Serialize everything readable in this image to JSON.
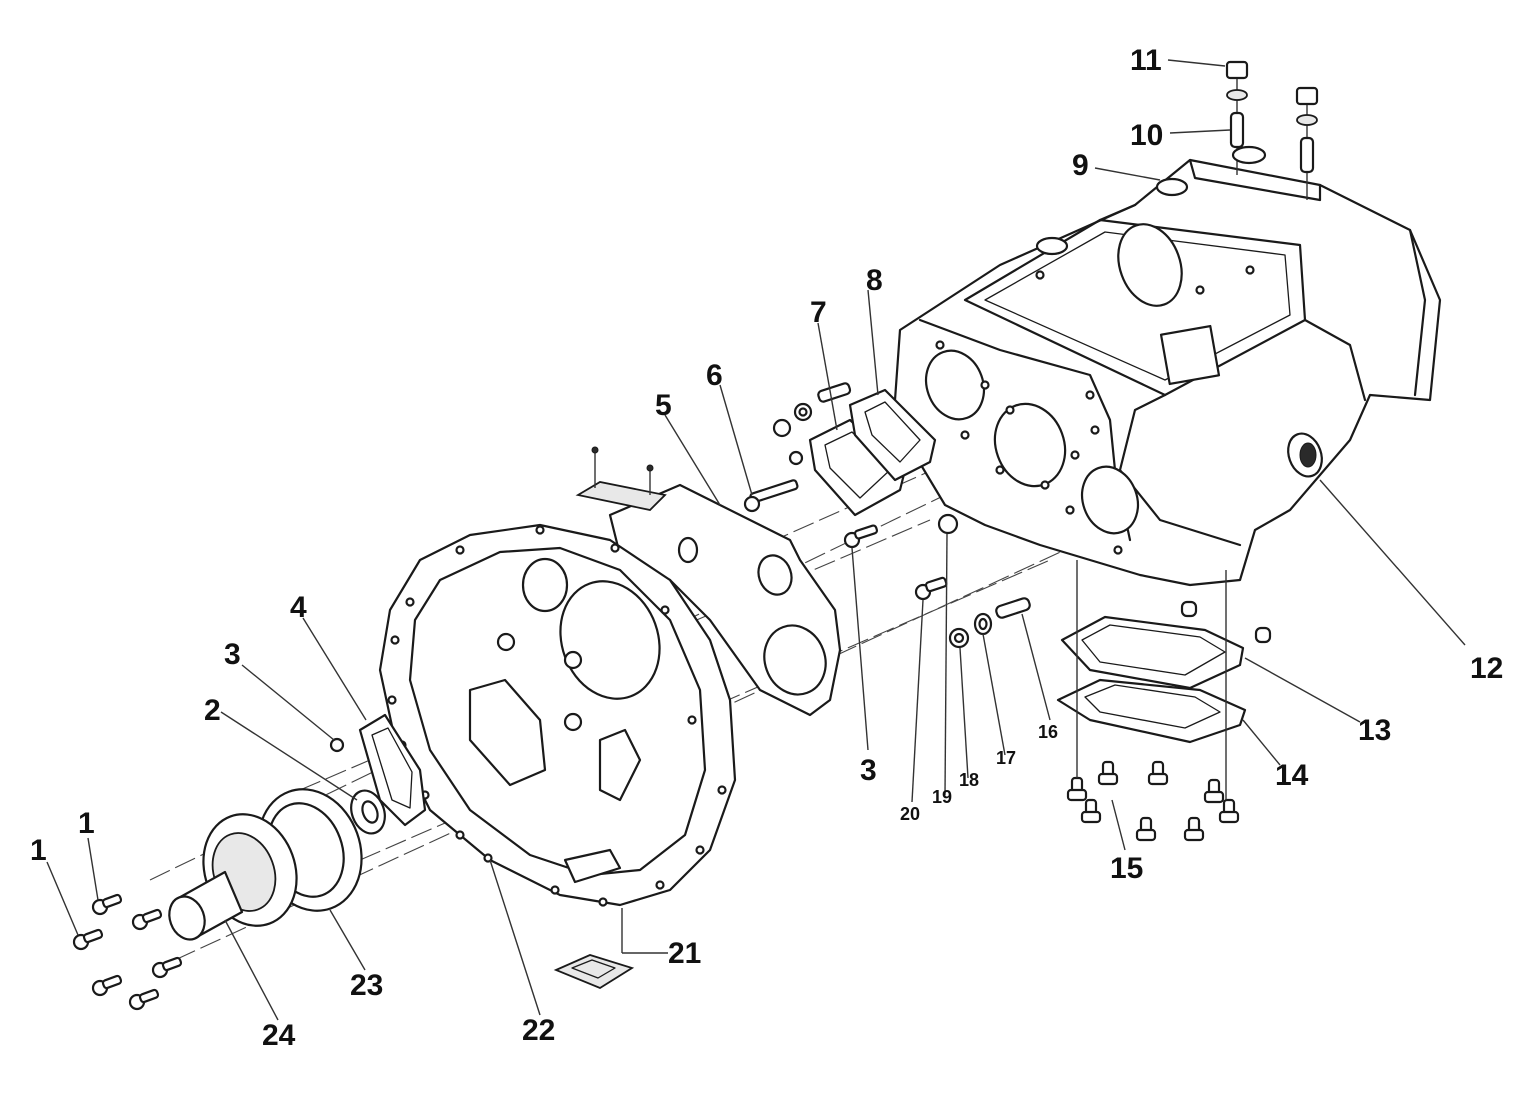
{
  "title": "Transmission housing exploded parts diagram",
  "colors": {
    "line": "#1a1a1a",
    "background": "#ffffff"
  },
  "callouts": [
    {
      "id": "1a",
      "text": "1"
    },
    {
      "id": "1b",
      "text": "1"
    },
    {
      "id": "2",
      "text": "2"
    },
    {
      "id": "3a",
      "text": "3"
    },
    {
      "id": "3b",
      "text": "3"
    },
    {
      "id": "4",
      "text": "4"
    },
    {
      "id": "5",
      "text": "5"
    },
    {
      "id": "6",
      "text": "6"
    },
    {
      "id": "7",
      "text": "7"
    },
    {
      "id": "8",
      "text": "8"
    },
    {
      "id": "9",
      "text": "9"
    },
    {
      "id": "10",
      "text": "10"
    },
    {
      "id": "11",
      "text": "11"
    },
    {
      "id": "12",
      "text": "12"
    },
    {
      "id": "13",
      "text": "13"
    },
    {
      "id": "14",
      "text": "14"
    },
    {
      "id": "15",
      "text": "15"
    },
    {
      "id": "16",
      "text": "16"
    },
    {
      "id": "17",
      "text": "17"
    },
    {
      "id": "18",
      "text": "18"
    },
    {
      "id": "19",
      "text": "19"
    },
    {
      "id": "20",
      "text": "20"
    },
    {
      "id": "21",
      "text": "21"
    },
    {
      "id": "22",
      "text": "22"
    },
    {
      "id": "23",
      "text": "23"
    },
    {
      "id": "24",
      "text": "24"
    }
  ]
}
